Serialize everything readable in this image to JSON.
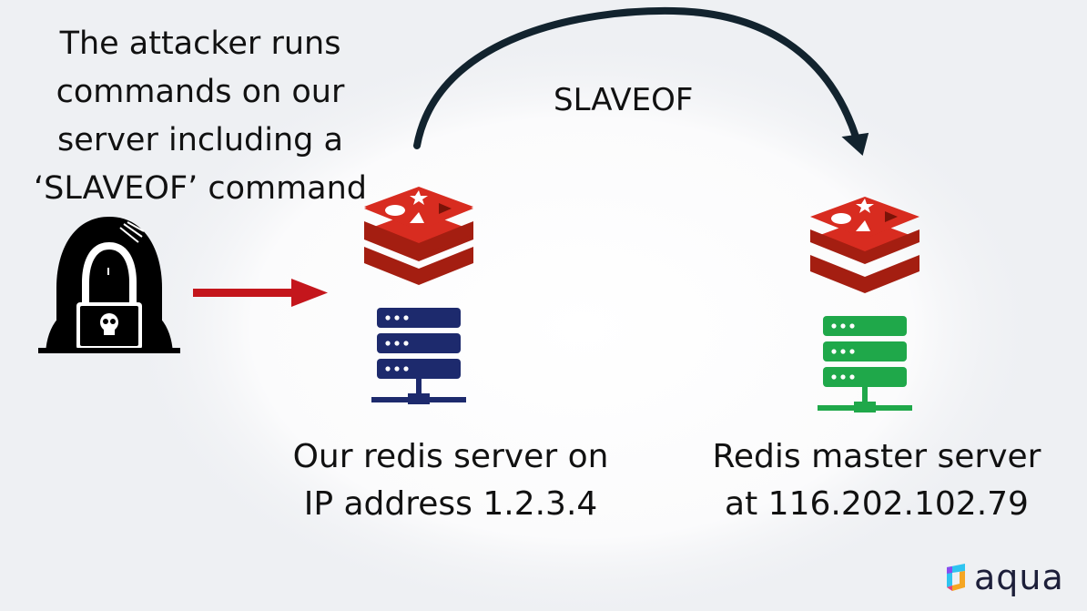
{
  "captions": {
    "attacker_lines": [
      "The attacker runs",
      "commands on our",
      "server including a",
      "‘SLAVEOF’ command"
    ],
    "slaveof_label": "SLAVEOF",
    "our_server_lines": [
      "Our redis server on",
      "IP address 1.2.3.4"
    ],
    "master_server_lines": [
      "Redis master server",
      "at 116.202.102.79"
    ]
  },
  "logo": {
    "text": "aqua"
  },
  "colors": {
    "arrow_red": "#c4161c",
    "redis_red": "#d82c20",
    "our_server": "#1d2a6d",
    "master_server": "#1fa84a",
    "curve": "#12232e"
  },
  "icons": [
    "hacker-icon",
    "redis-logo-icon",
    "server-stack-icon"
  ]
}
